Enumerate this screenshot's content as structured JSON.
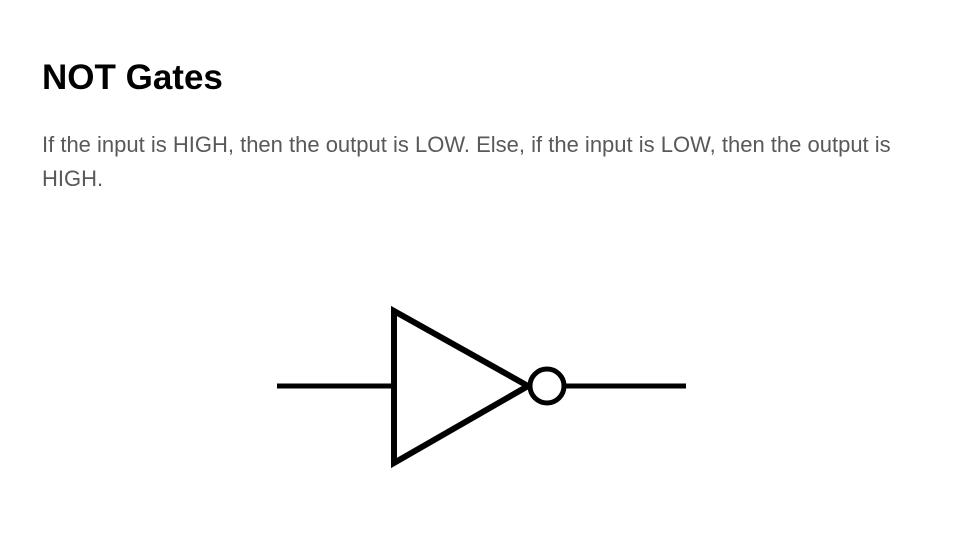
{
  "slide": {
    "title": "NOT Gates",
    "body": "If the input is HIGH, then the output is LOW. Else, if the input is LOW, then the output is HIGH."
  },
  "diagram": {
    "symbol": "not-gate",
    "stroke_color": "#000000",
    "fill_color": "#ffffff"
  }
}
